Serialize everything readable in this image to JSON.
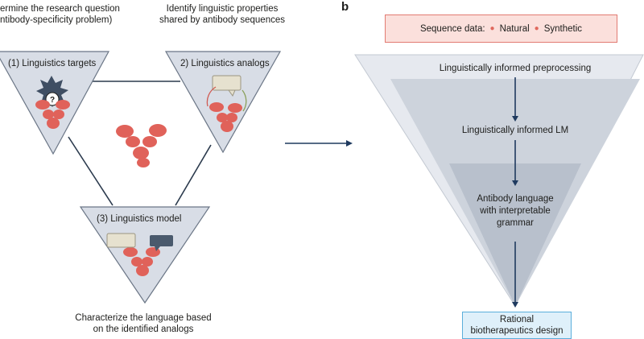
{
  "panel_b_label": "b",
  "left": {
    "top_left_caption_line1": "ermine the research question",
    "top_left_caption_line2": "ntibody-specificity problem)",
    "top_right_caption_line1": "Identify linguistic properties",
    "top_right_caption_line2": "shared by antibody sequences",
    "node1_label": "(1) Linguistics targets",
    "node2_label": "2) Linguistics analogs",
    "node3_label": "(3) Linguistics model",
    "bottom_caption_line1": "Characterize the language based",
    "bottom_caption_line2": "on the identified analogs",
    "question_mark": "?"
  },
  "right": {
    "sequence_data_label": "Sequence data:",
    "sequence_option_1": "Natural",
    "sequence_option_2": "Synthetic",
    "level1_label": "Linguistically informed preprocessing",
    "level2_label": "Linguistically informed LM",
    "level3_line1": "Antibody language",
    "level3_line2": "with interpretable",
    "level3_line3": "grammar",
    "output_line1": "Rational",
    "output_line2": "biotherapeutics design"
  },
  "colors": {
    "triangle_fill": "#d8dde6",
    "triangle_stroke": "#6b7686",
    "antibody": "#e0625a",
    "funnel_outer": "#e6e9ef",
    "funnel_mid": "#cdd3dc",
    "funnel_inner": "#b8c0cc",
    "arrow": "#1f3a5f",
    "speech_bubble_light": "#e6e1cf",
    "speech_bubble_dark": "#4a5a6d",
    "epitope": "#3f4e63"
  }
}
